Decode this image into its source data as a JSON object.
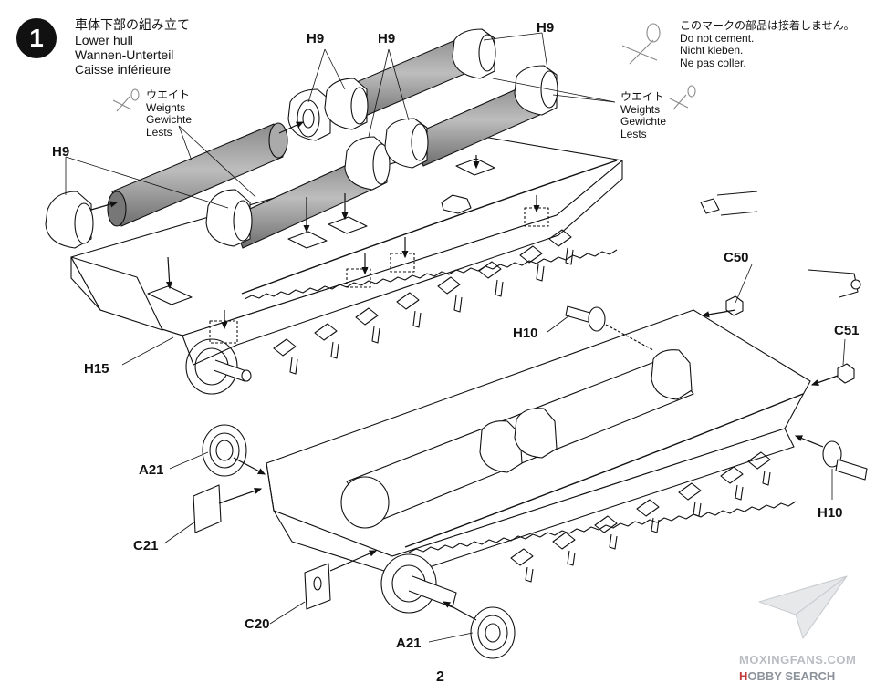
{
  "step": {
    "number": "1",
    "title_jp": "車体下部の組み立て",
    "title_en": "Lower hull",
    "title_de": "Wannen-Unterteil",
    "title_fr": "Caisse inférieure"
  },
  "no_cement_note": {
    "jp": "このマークの部品は接着しません。",
    "en": "Do not cement.",
    "de": "Nicht kleben.",
    "fr": "Ne pas coller."
  },
  "weights_left": {
    "jp": "ウエイト",
    "en": "Weights",
    "de": "Gewichte",
    "fr": "Lests"
  },
  "weights_right": {
    "jp": "ウエイト",
    "en": "Weights",
    "de": "Gewichte",
    "fr": "Lests"
  },
  "part_labels": {
    "h9_a": "H9",
    "h9_b": "H9",
    "h9_c": "H9",
    "h9_d": "H9",
    "h15": "H15",
    "c50": "C50",
    "c51": "C51",
    "h10_a": "H10",
    "h10_b": "H10",
    "a21_a": "A21",
    "a21_b": "A21",
    "c21": "C21",
    "c20": "C20"
  },
  "page_number": "2",
  "watermark": {
    "site": "MOXINGFANS.COM",
    "logo": "H",
    "brand": "OBBY SEARCH"
  }
}
